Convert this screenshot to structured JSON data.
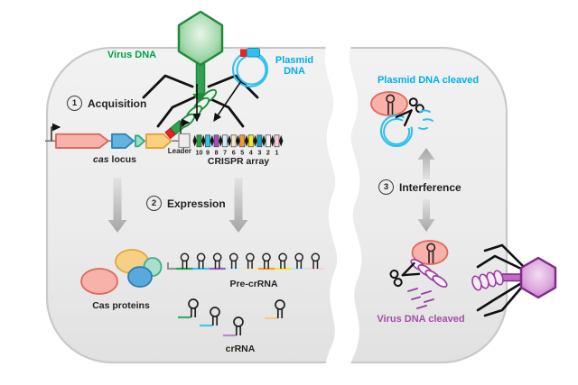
{
  "figure": {
    "virus_dna_label": "Virus DNA",
    "plasmid_dna_label": "Plasmid DNA",
    "plasmid_cleaved_label": "Plasmid DNA cleaved",
    "virus_cleaved_label": "Virus DNA cleaved",
    "cas_locus_gene": "cas",
    "cas_locus_rest": "locus",
    "leader_label": "Leader",
    "crispr_array_label": "CRISPR array",
    "cas_proteins_label": "Cas proteins",
    "pre_crrna_label": "Pre-crRNA",
    "crrna_label": "crRNA"
  },
  "steps": [
    {
      "number": "1",
      "label": "Acquisition"
    },
    {
      "number": "2",
      "label": "Expression"
    },
    {
      "number": "3",
      "label": "Interference"
    }
  ],
  "crispr_array": {
    "spacers": [
      {
        "n": "10",
        "color": "#1fa63c"
      },
      {
        "n": "9",
        "color": "#2ec4ec"
      },
      {
        "n": "8",
        "color": "#a44cc0"
      },
      {
        "n": "7",
        "color": "#cdeef8"
      },
      {
        "n": "6",
        "color": "#f4e6c4"
      },
      {
        "n": "5",
        "color": "#f59a30"
      },
      {
        "n": "4",
        "color": "#f8e818"
      },
      {
        "n": "3",
        "color": "#1ba3c8"
      },
      {
        "n": "2",
        "color": "#f0f0ea"
      },
      {
        "n": "1",
        "color": "#f8ccd4"
      }
    ]
  },
  "pre_crrna": {
    "segments": [
      {
        "color": "#2ca24e"
      },
      {
        "color": "#3cc6ec"
      },
      {
        "color": "#a05cc0"
      },
      {
        "color": "#c9ecf6"
      },
      {
        "color": "#f2e4c0"
      },
      {
        "color": "#f59b35"
      },
      {
        "color": "#f6e62c"
      },
      {
        "color": "#bfe9f2"
      },
      {
        "color": "#f6cdd3"
      }
    ]
  },
  "crrna": {
    "hairpins": [
      {
        "color": "#3aaa6e"
      },
      {
        "color": "#45c8e8"
      },
      {
        "color": "#b88cc6"
      },
      {
        "color": "#f6c88f"
      }
    ]
  },
  "palette": {
    "virus_green_text": "#00a14b",
    "plasmid_cyan_text": "#00aeef",
    "virus_cleaved_purple_text": "#a44fa4",
    "cell_fill": "#ececec",
    "cell_border": "#c9c9c9",
    "cas_gene_salmon": "#f9b2a9",
    "cas_gene_blue": "#62b4e0",
    "cas_gene_teal": "#98dec9",
    "cas_gene_orange": "#fbd180",
    "cas_protein_salmon": "#f9b2a9",
    "cas_protein_yellow": "#f8d083",
    "cas_protein_blue": "#58a9dd",
    "cas_protein_teal": "#a8e0cd",
    "plasmid_cyan": "#2ec0ee",
    "virus_green": "#34a054",
    "phage_purple": "#c36ac4",
    "cleaved_dna_purple": "#9b3fa0"
  }
}
